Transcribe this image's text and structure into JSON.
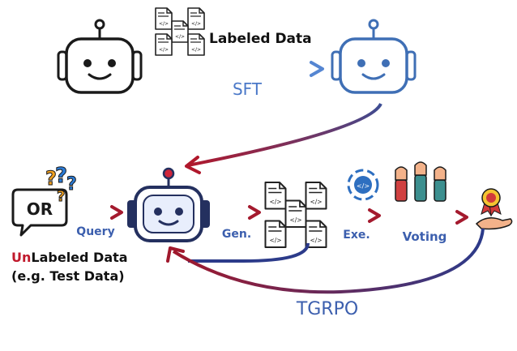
{
  "labels": {
    "labeled_data": "Labeled Data",
    "sft": "SFT",
    "unlabeled_prefix": "Un",
    "unlabeled_rest": "Labeled Data",
    "test_data_note": "(e.g. Test Data)",
    "query": "Query",
    "gen": "Gen.",
    "exe": "Exe.",
    "voting": "Voting",
    "tgrpo": "TGRPO",
    "or_text": "OR",
    "code_glyph": "</>"
  },
  "colors": {
    "navy": "#232b66",
    "blue_label": "#4a78c8",
    "crimson": "#9c1b2f",
    "red_text": "#c0192c",
    "robot_blue_face": "#3f6fb5",
    "robot_navy_face": "#24305f",
    "robot_blue_head": "#ffffff",
    "robot_dark_head": "#ffffff",
    "question_blue": "#2b7bd6",
    "question_orange": "#f0a020",
    "gear_blue": "#2e6fc0",
    "hand_skin": "#f3b28a",
    "medal_red": "#d23a3a",
    "medal_gold": "#f4c430",
    "sleeve_teal": "#3c8f8f",
    "sleeve_red": "#d04040"
  }
}
